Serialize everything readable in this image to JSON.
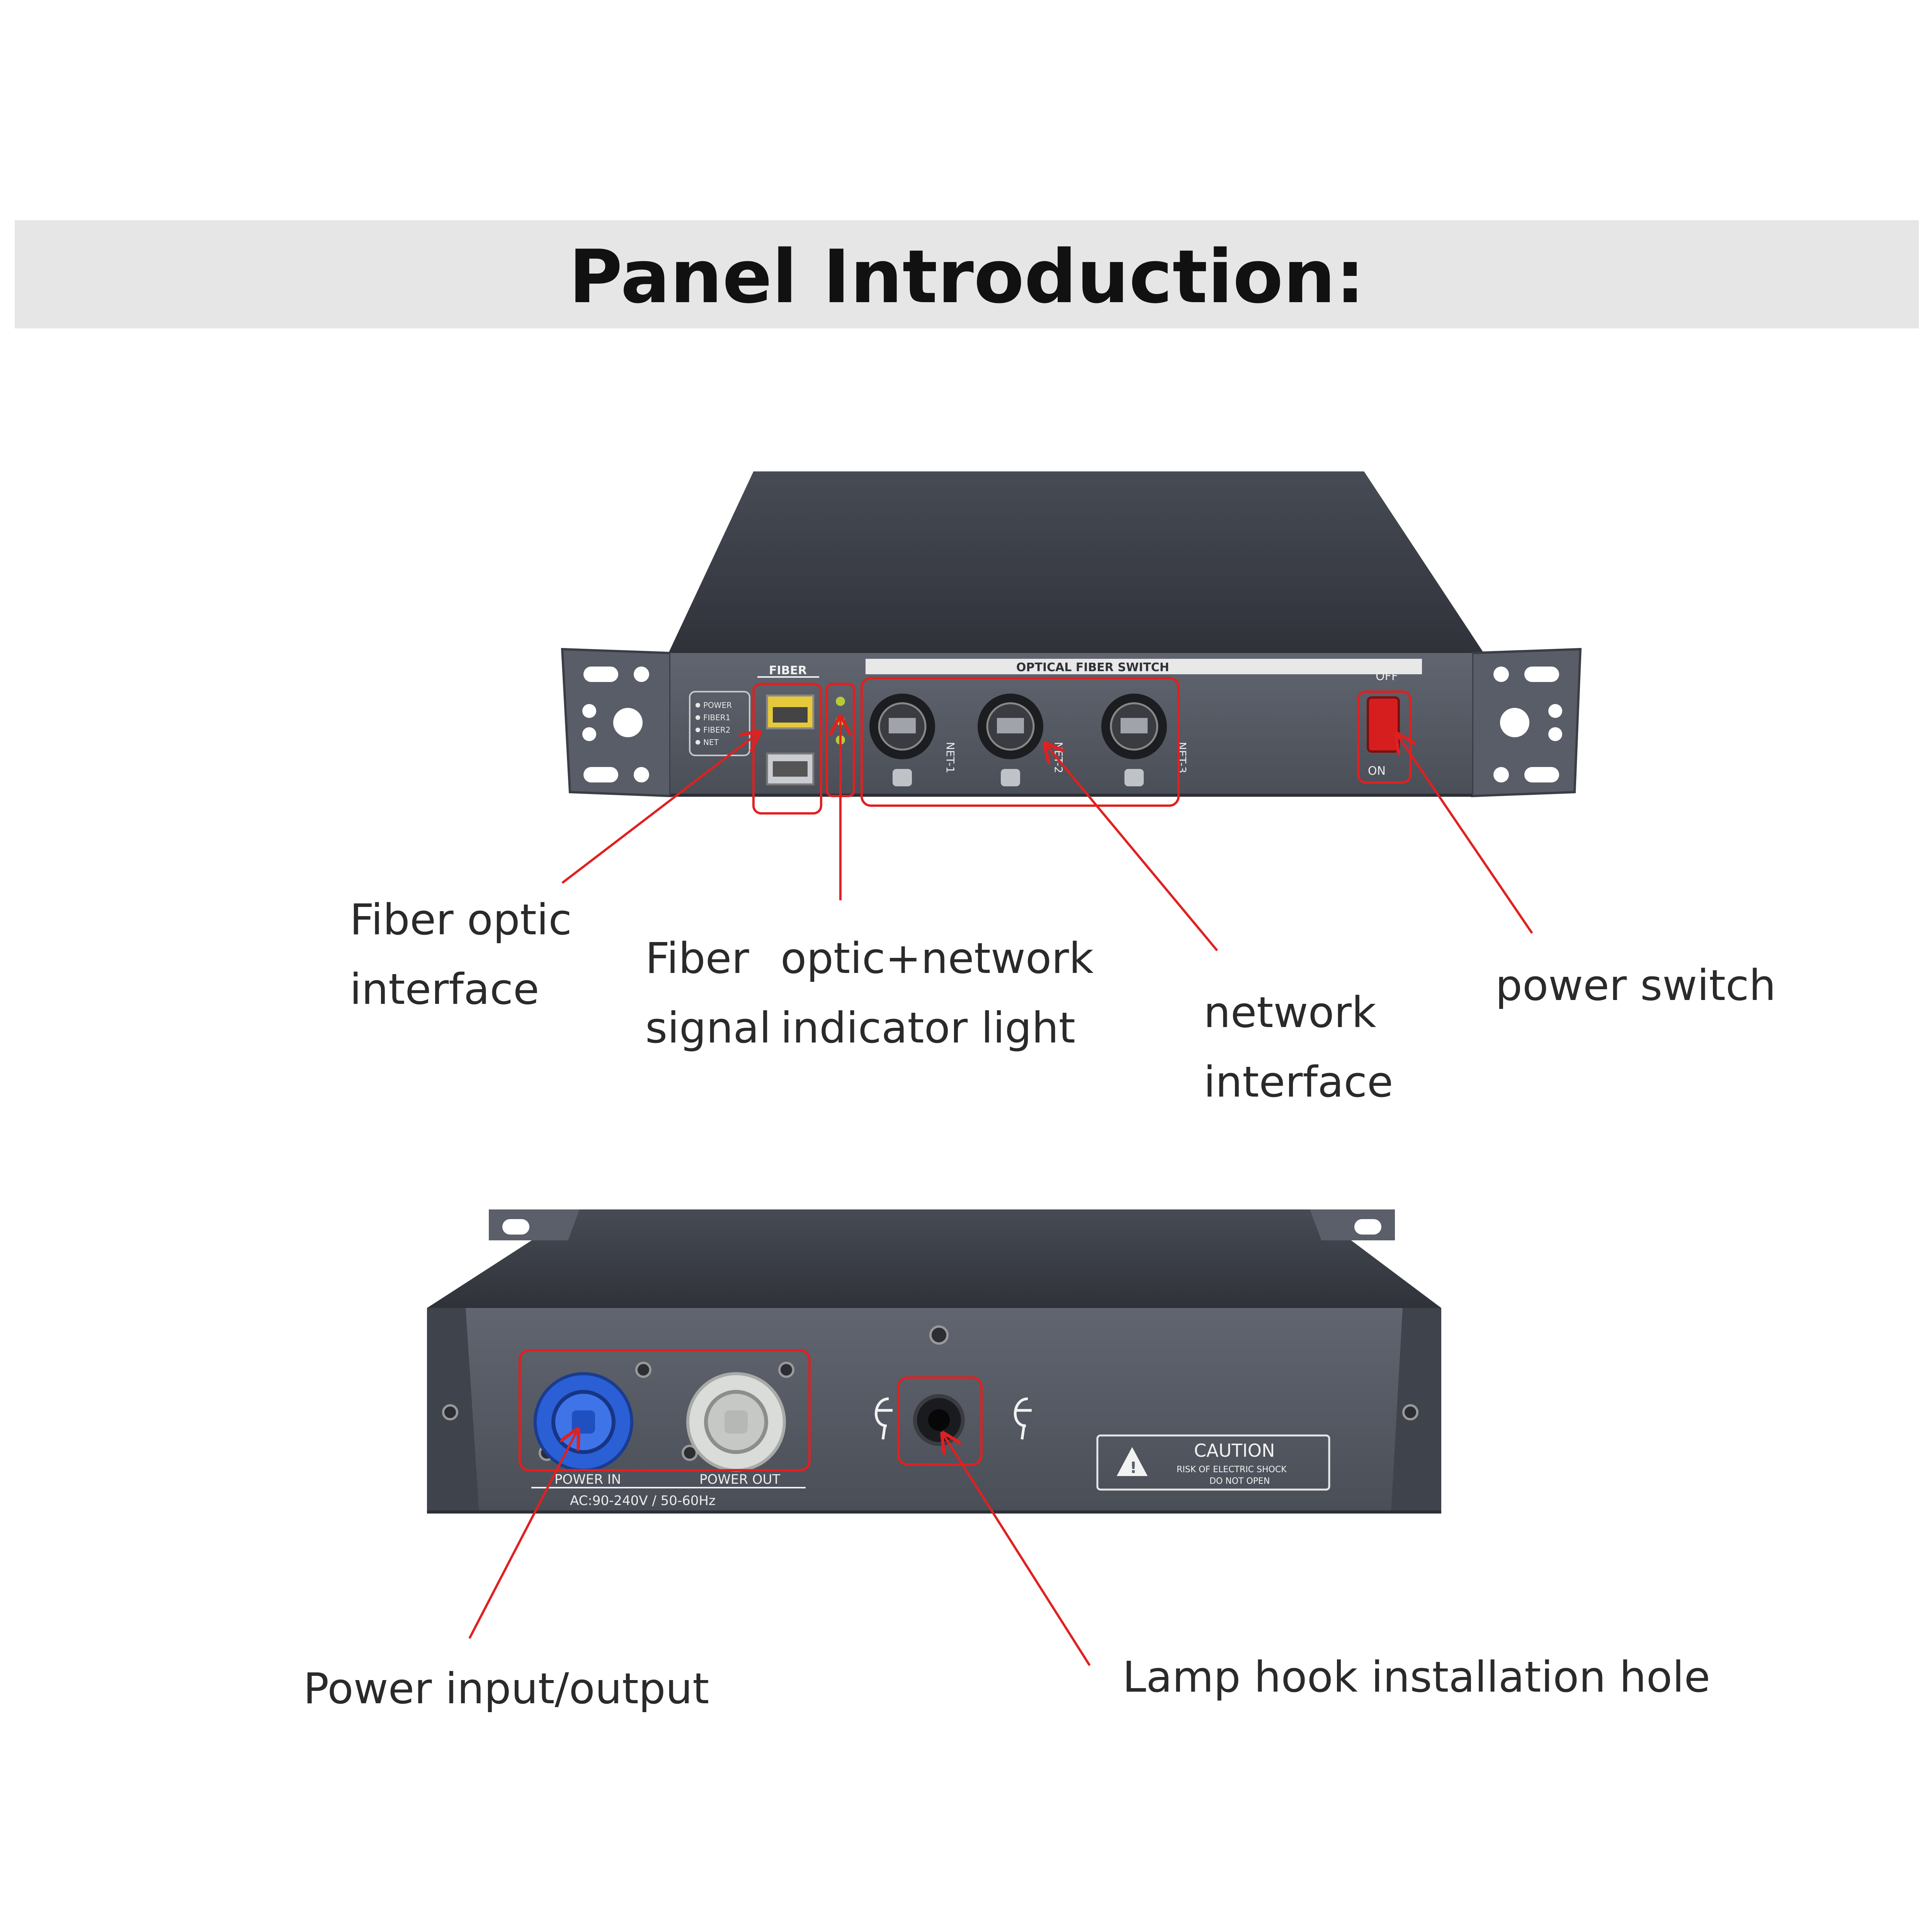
{
  "header": {
    "title": "Panel Introduction:"
  },
  "front_panel": {
    "device_labels": {
      "fiber": "FIBER",
      "model": "OPTICAL FIBER SWITCH",
      "net_ports": [
        "NET-1",
        "NET-2",
        "NET-3"
      ],
      "switch_off": "OFF",
      "switch_on": "ON",
      "status_leds": [
        "POWER",
        "FIBER1",
        "FIBER2",
        "NET"
      ]
    },
    "callouts": {
      "fiber_optic_interface": {
        "line1": "Fiber optic",
        "line2": "interface"
      },
      "indicator_light": {
        "line1_a": "Fiber",
        "line1_b": "optic+network",
        "line2_a": "signal",
        "line2_b": "indicator light"
      },
      "network_interface": {
        "line1": "network",
        "line2": "interface"
      },
      "power_switch": "power switch"
    }
  },
  "rear_panel": {
    "device_labels": {
      "power_in": "POWER IN",
      "power_out": "POWER OUT",
      "voltage": "AC:90-240V / 50-60Hz",
      "caution_title": "CAUTION",
      "caution_line1": "RISK OF ELECTRIC SHOCK",
      "caution_line2": "DO NOT OPEN"
    },
    "callouts": {
      "power_io": "Power input/output",
      "lamp_hook": "Lamp hook installation hole"
    }
  },
  "colors": {
    "annotation": "#e02020",
    "chassis_top": "#3d414a",
    "chassis_front": "#565b65",
    "band": "#e6e6e6",
    "powercon_in": "#2b5fd6",
    "powercon_out": "#d9dcd9",
    "led": "#b8c93a"
  }
}
